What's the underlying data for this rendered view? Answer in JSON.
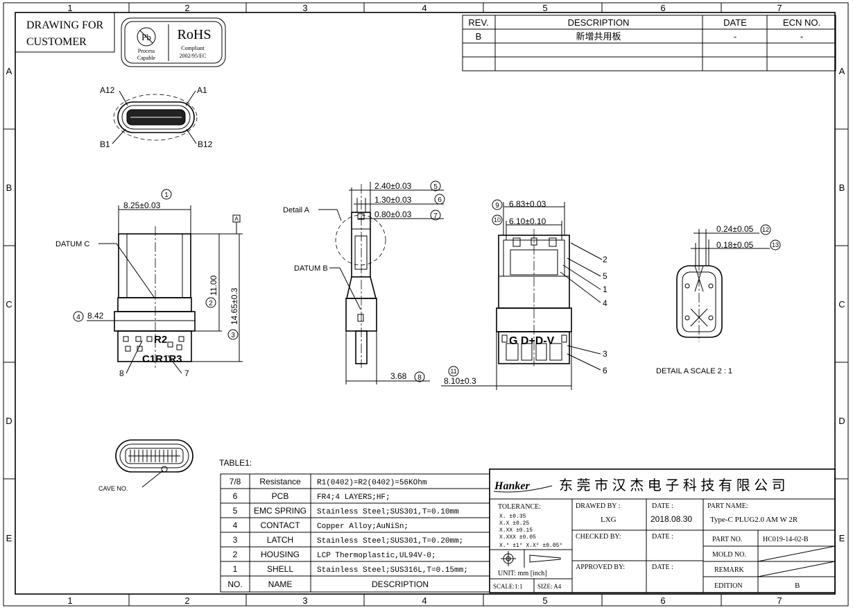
{
  "header": {
    "drawing_for": [
      "DRAWING FOR",
      "CUSTOMER"
    ],
    "pb_symbol": "Pb",
    "pb_caption": [
      "Process",
      "Capable"
    ],
    "rohs_title": "RoHS",
    "rohs_caption": [
      "Compliant",
      "2002/95/EC"
    ]
  },
  "revision": {
    "headers": [
      "REV.",
      "DESCRIPTION",
      "DATE",
      "ECN NO."
    ],
    "rows": [
      [
        "B",
        "新增共用板",
        "-",
        "-"
      ],
      [
        "",
        "",
        "",
        ""
      ],
      [
        "",
        "",
        "",
        ""
      ]
    ]
  },
  "frame": {
    "columns": [
      "1",
      "2",
      "3",
      "4",
      "5",
      "6",
      "7"
    ],
    "rows": [
      "A",
      "B",
      "C",
      "D",
      "E"
    ]
  },
  "views": {
    "pin_labels": {
      "a12": "A12",
      "a1": "A1",
      "b1": "B1",
      "b12": "B12"
    },
    "datum_c": "DATUM C",
    "datum_b": "DATUM B",
    "datum_a_symbol": "A",
    "detail_a_label": "Detail A",
    "detail_caption": "DETAIL A   SCALE 2 : 1",
    "cave_no": "CAVE NO.",
    "pad_text_top": "R2",
    "pad_text_bottom": "C1R1R3",
    "pcb_pad_text": "G D+D-V",
    "dims": {
      "d1": {
        "num": "1",
        "text": "8.25±0.03"
      },
      "d2": {
        "num": "2",
        "text": "11.00"
      },
      "d3": {
        "num": "3",
        "text": "14.65±0.3"
      },
      "d4": {
        "num": "4",
        "text": "8.42"
      },
      "d5": {
        "num": "5",
        "text": "2.40±0.03"
      },
      "d6": {
        "num": "6",
        "text": "1.30±0.03"
      },
      "d7": {
        "num": "7",
        "text": "0.80±0.03"
      },
      "d8": {
        "num": "8",
        "text": "3.68"
      },
      "d9": {
        "num": "9",
        "text": "6.83±0.03"
      },
      "d10": {
        "num": "10",
        "text": "6.10±0.10"
      },
      "d11": {
        "num": "11",
        "text": "8.10±0.3"
      },
      "d12": {
        "num": "12",
        "text": "0.24±0.05"
      },
      "d13": {
        "num": "13",
        "text": "0.18±0.05"
      }
    },
    "balloons_left": {
      "b8": "8",
      "b7": "7"
    },
    "balloons_right": {
      "b2": "2",
      "b5": "5",
      "b1": "1",
      "b4": "4",
      "b3": "3",
      "b6": "6"
    }
  },
  "bom": {
    "label": "TABLE1:",
    "rows": [
      {
        "no": "7/8",
        "name": "Resistance",
        "desc": "R1(0402)=R2(0402)=56KOhm"
      },
      {
        "no": "6",
        "name": "PCB",
        "desc": "FR4;4 LAYERS;HF;"
      },
      {
        "no": "5",
        "name": "EMC SPRING",
        "desc": "Stainless Steel;SUS301,T=0.10mm"
      },
      {
        "no": "4",
        "name": "CONTACT",
        "desc": "Copper Alloy;AuNiSn;"
      },
      {
        "no": "3",
        "name": "LATCH",
        "desc": "Stainless Steel;SUS301,T=0.20mm;"
      },
      {
        "no": "2",
        "name": "HOUSING",
        "desc": "LCP Thermoplastic,UL94V-0;"
      },
      {
        "no": "1",
        "name": "SHELL",
        "desc": "Stainless Steel;SUS316L,T=0.15mm;"
      }
    ],
    "header": {
      "no": "NO.",
      "name": "NAME",
      "desc": "DESCRIPTION"
    }
  },
  "title_block": {
    "logo": "Hanker",
    "company": "东 莞 市 汉 杰 电 子 科 技 有 限 公 司",
    "tolerance_label": "TOLERANCE:",
    "tolerance_rows": [
      "X.      ±0.35",
      "X.X     ±0.25",
      "X.XX    ±0.15",
      "X.XXX   ±0.05"
    ],
    "angle_tol": "X.° ±1°   X.X° ±0.05°",
    "unit": "UNIT: mm [inch]",
    "scale": "SCALE:1:1",
    "size": "SIZE: A4",
    "drawn_by_label": "DRAWED BY :",
    "drawn_by": "LXG",
    "date_label": "DATE :",
    "drawn_date": "2018.08.30",
    "checked_by_label": "CHECKED BY:",
    "approved_by_label": "APPROVED BY:",
    "part_name_label": "PART NAME:",
    "part_name": "Type-C PLUG2.0 AM W 2R",
    "part_no_label": "PART NO.",
    "part_no": "HC019-14-02-B",
    "mold_no_label": "MOLD NO.",
    "remark_label": "REMARK",
    "edition_label": "EDITION",
    "edition": "B"
  }
}
